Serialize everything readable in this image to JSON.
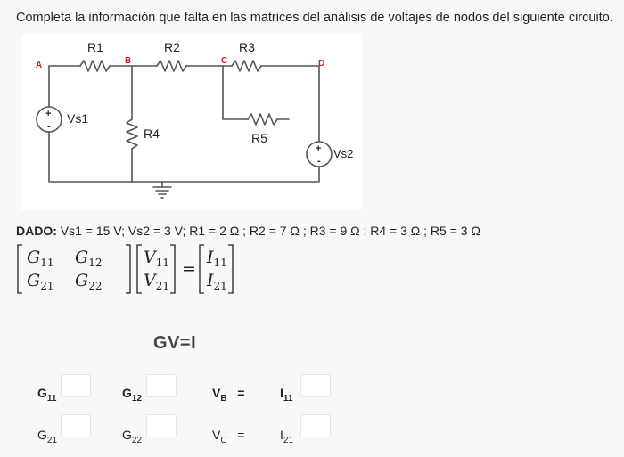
{
  "question": "Completa la información que falta en las matrices del análisis de voltajes de nodos del siguiente circuito.",
  "circuit": {
    "nodes": {
      "a": "A",
      "b": "B",
      "c": "C",
      "d": "D"
    },
    "resistors": {
      "r1": "R1",
      "r2": "R2",
      "r3": "R3",
      "r4": "R4",
      "r5": "R5"
    },
    "sources": {
      "vs1": "Vs1",
      "vs2": "Vs2",
      "plus": "+",
      "minus": "-"
    }
  },
  "given": {
    "label": "DADO:",
    "values": "Vs1 = 15 V; Vs2 = 3 V; R1 = 2 Ω ; R2 = 7 Ω ; R3 = 9 Ω ; R4 = 3 Ω ; R5 = 3 Ω"
  },
  "matrix": {
    "g11": "G",
    "g11_sub": "11",
    "g12": "G",
    "g12_sub": "12",
    "g21": "G",
    "g21_sub": "21",
    "g22": "G",
    "g22_sub": "22",
    "v11": "V",
    "v11_sub": "11",
    "v21": "V",
    "v21_sub": "21",
    "i11": "I",
    "i11_sub": "11",
    "i21": "I",
    "i21_sub": "21",
    "equals": "="
  },
  "equation": "GV=I",
  "fields": {
    "g11_label": "G",
    "g11_sub": "11",
    "g12_label": "G",
    "g12_sub": "12",
    "vb_label": "V",
    "vb_sub": "B",
    "vb_eq": "=",
    "i11_label": "I",
    "i11_sub": "11",
    "g21_label": "G",
    "g21_sub": "21",
    "g22_label": "G",
    "g22_sub": "22",
    "vc_label": "V",
    "vc_sub": "C",
    "vc_eq": "=",
    "i21_label": "I",
    "i21_sub": "21"
  },
  "colors": {
    "node_label": "#d81b1b",
    "wire": "#555555",
    "box_border": "#e6e6e6"
  }
}
